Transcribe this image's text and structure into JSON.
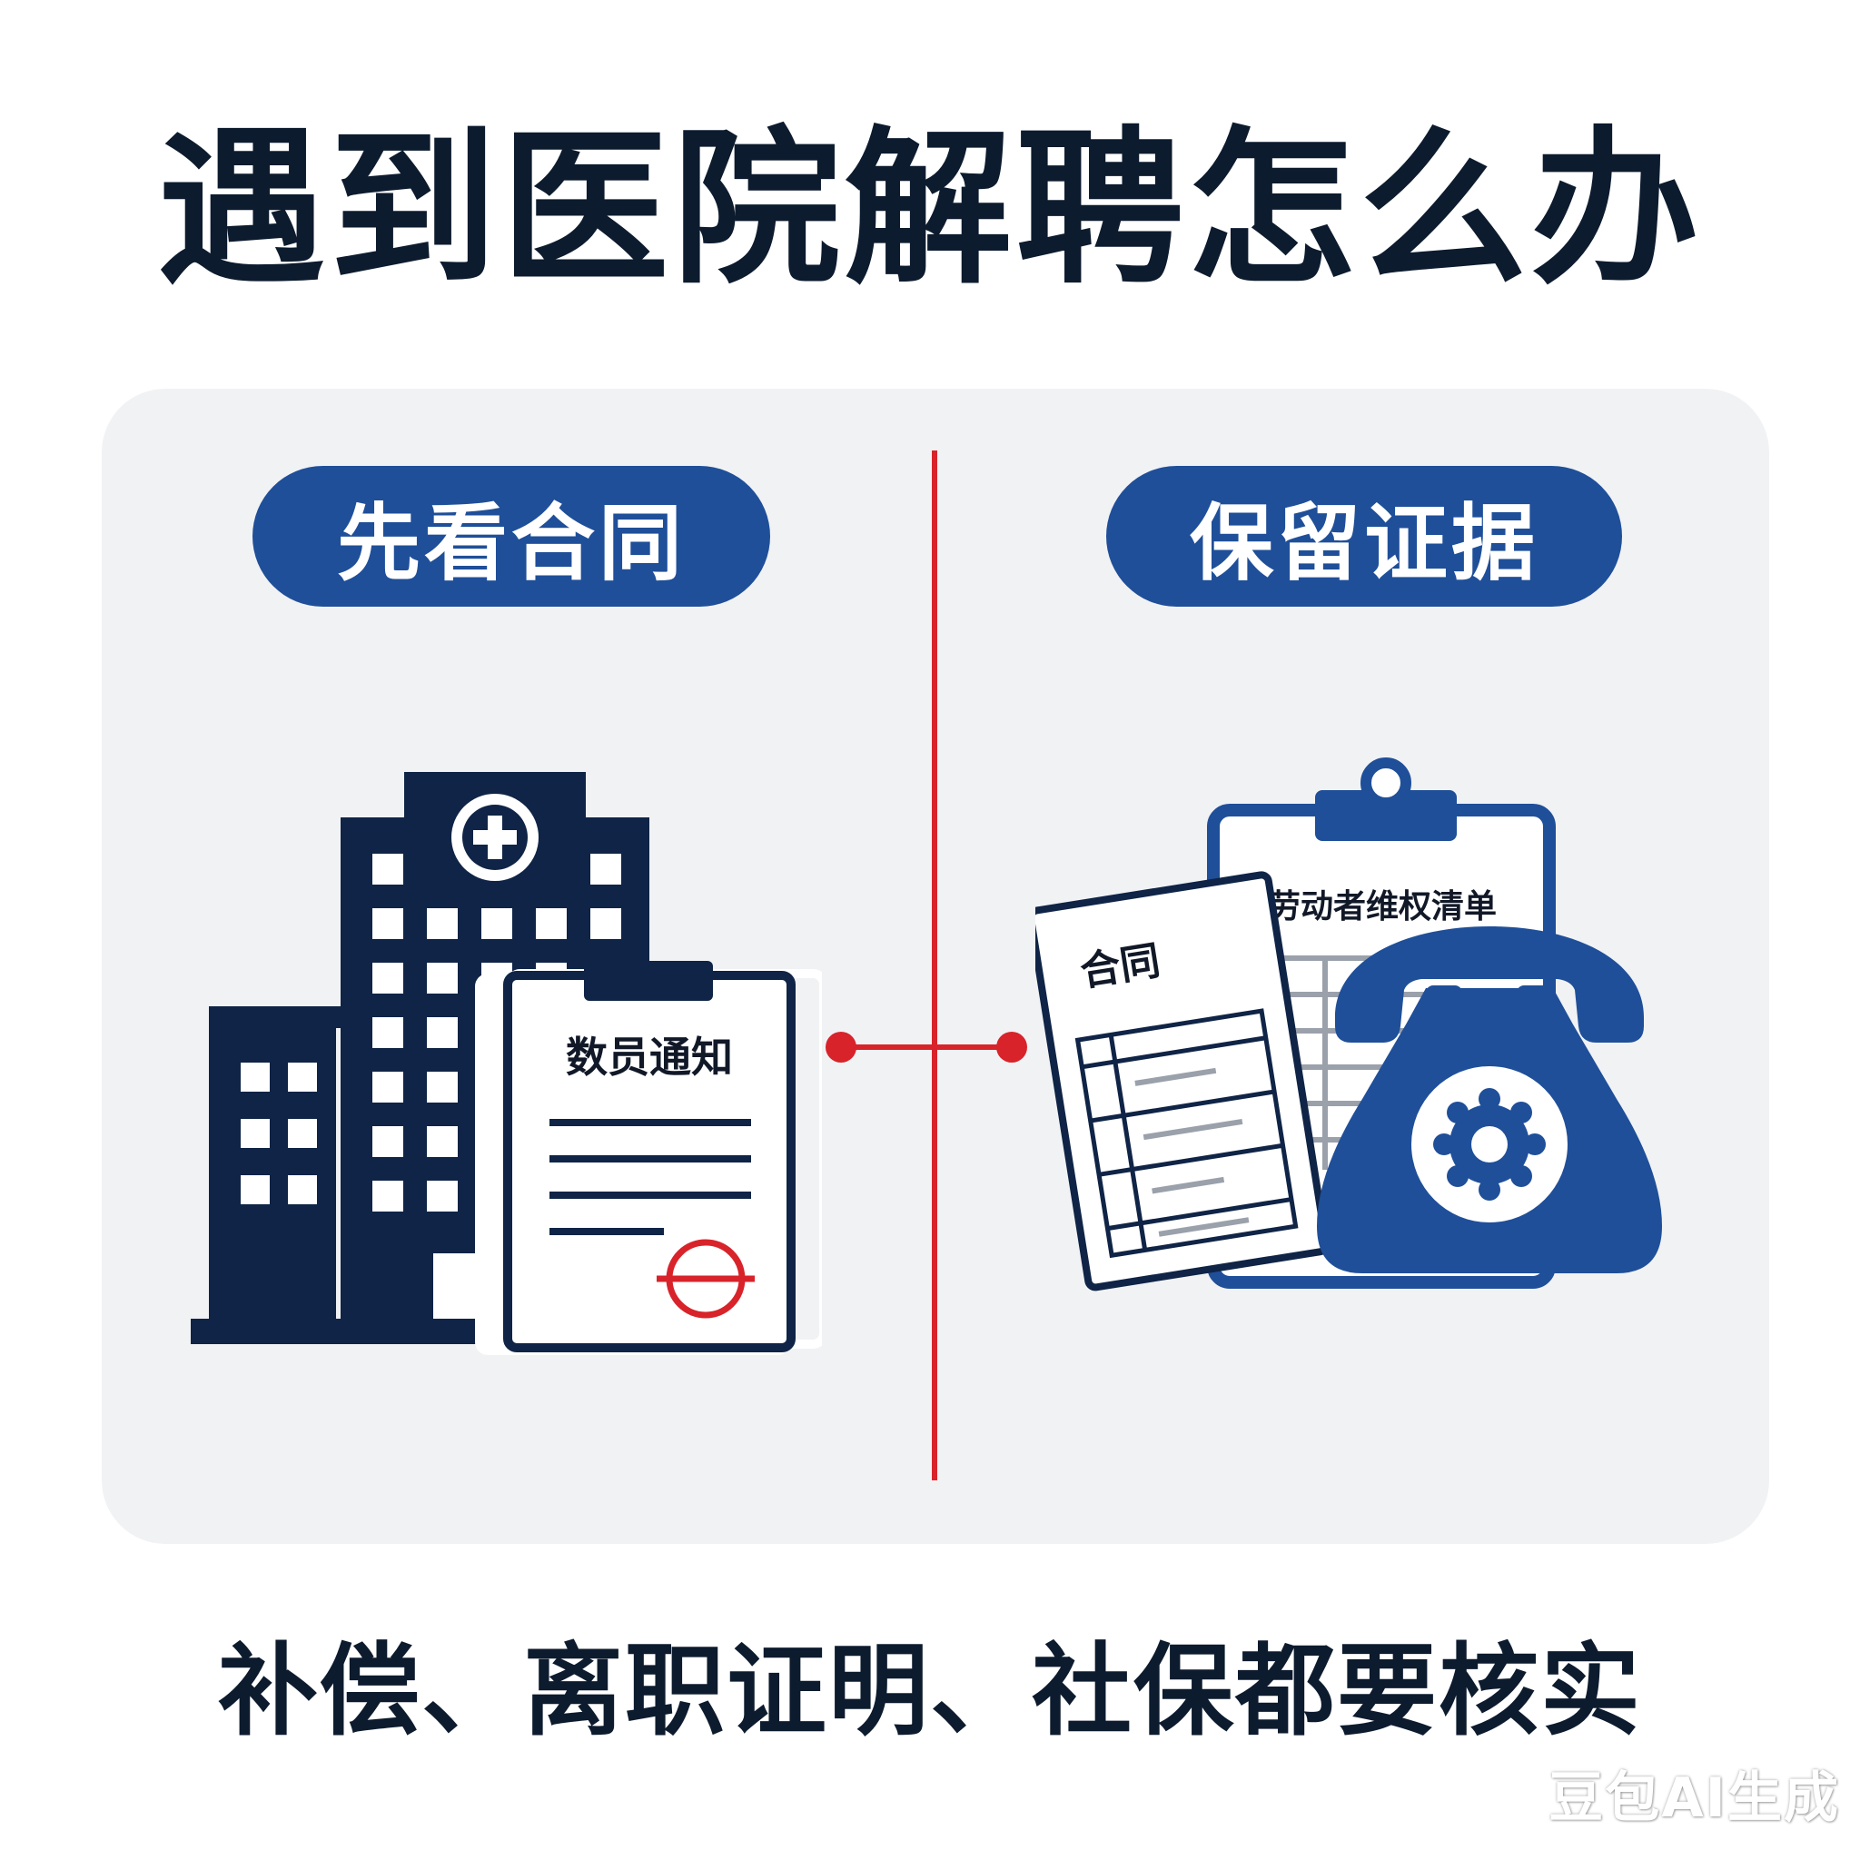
{
  "title": "遇到医院解聘怎么办",
  "left": {
    "pill_label": "先看合同",
    "notice_label": "数员通知"
  },
  "right": {
    "pill_label": "保留证据",
    "checklist_label": "劳动者维权清单",
    "contract_label": "合同"
  },
  "footer": "补偿、离职证明、社保都要核实",
  "watermark": "豆包AI生成",
  "colors": {
    "navy": "#0f2446",
    "blue": "#1f4f99",
    "red": "#d8232a",
    "panel": "#f1f2f4"
  }
}
